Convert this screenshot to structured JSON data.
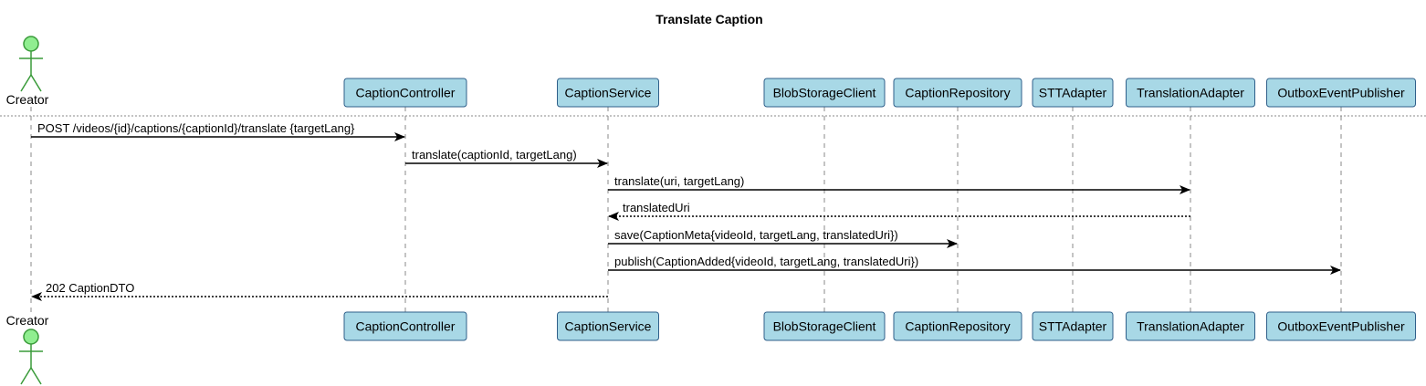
{
  "title": "Translate Caption",
  "colors": {
    "participant_fill": "#a8d8e6",
    "participant_border": "#2f5f8a",
    "actor_fill": "#90ee90",
    "actor_stroke": "#3a9b3a",
    "lifeline": "#888888",
    "message_line": "#000000"
  },
  "actor": {
    "name": "Creator",
    "icon": "stick-figure-icon"
  },
  "participants": [
    {
      "name": "CaptionController"
    },
    {
      "name": "CaptionService"
    },
    {
      "name": "BlobStorageClient"
    },
    {
      "name": "CaptionRepository"
    },
    {
      "name": "STTAdapter"
    },
    {
      "name": "TranslationAdapter"
    },
    {
      "name": "OutboxEventPublisher"
    }
  ],
  "messages": [
    {
      "from": "Creator",
      "to": "CaptionController",
      "label": "POST /videos/{id}/captions/{captionId}/translate {targetLang}",
      "style": "solid"
    },
    {
      "from": "CaptionController",
      "to": "CaptionService",
      "label": "translate(captionId, targetLang)",
      "style": "solid"
    },
    {
      "from": "CaptionService",
      "to": "TranslationAdapter",
      "label": "translate(uri, targetLang)",
      "style": "solid"
    },
    {
      "from": "TranslationAdapter",
      "to": "CaptionService",
      "label": "translatedUri",
      "style": "dashed"
    },
    {
      "from": "CaptionService",
      "to": "CaptionRepository",
      "label": "save(CaptionMeta{videoId, targetLang, translatedUri})",
      "style": "solid"
    },
    {
      "from": "CaptionService",
      "to": "OutboxEventPublisher",
      "label": "publish(CaptionAdded{videoId, targetLang, translatedUri})",
      "style": "solid"
    },
    {
      "from": "CaptionService",
      "to": "Creator",
      "label": "202 CaptionDTO",
      "style": "dashed"
    }
  ]
}
